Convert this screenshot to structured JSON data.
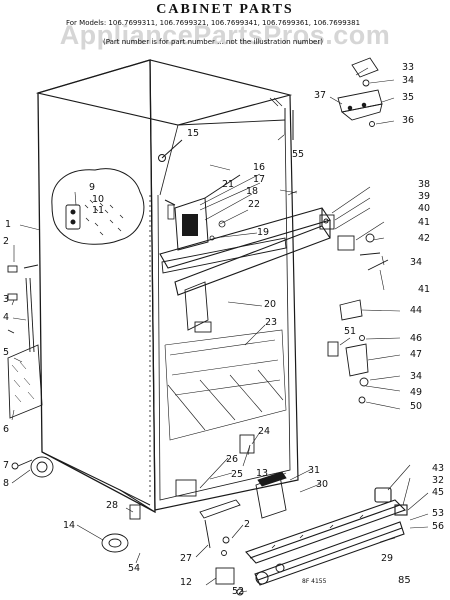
{
  "watermark": "AppliancePartsPros.com",
  "title": "CABINET PARTS",
  "models": "For Models: 106.7699311, 106.7699321, 106.7699341, 106.7699361, 106.7699381",
  "note": "(Part number is for part number ... not the illustration number)",
  "figure_code": "8F 4155",
  "page_number": "85",
  "callouts": [
    {
      "id": "c1",
      "text": "1"
    },
    {
      "id": "c2",
      "text": "2"
    },
    {
      "id": "c3",
      "text": "3"
    },
    {
      "id": "c4",
      "text": "4"
    },
    {
      "id": "c5",
      "text": "5"
    },
    {
      "id": "c6",
      "text": "6"
    },
    {
      "id": "c7",
      "text": "7"
    },
    {
      "id": "c8",
      "text": "8"
    },
    {
      "id": "c9",
      "text": "9"
    },
    {
      "id": "c10",
      "text": "10"
    },
    {
      "id": "c11",
      "text": "11"
    },
    {
      "id": "c12",
      "text": "12"
    },
    {
      "id": "c13",
      "text": "13"
    },
    {
      "id": "c14",
      "text": "14"
    },
    {
      "id": "c15",
      "text": "15"
    },
    {
      "id": "c16",
      "text": "16"
    },
    {
      "id": "c17",
      "text": "17"
    },
    {
      "id": "c18",
      "text": "18"
    },
    {
      "id": "c19",
      "text": "19"
    },
    {
      "id": "c20",
      "text": "20"
    },
    {
      "id": "c21",
      "text": "21"
    },
    {
      "id": "c22",
      "text": "22"
    },
    {
      "id": "c23",
      "text": "23"
    },
    {
      "id": "c24",
      "text": "24"
    },
    {
      "id": "c25",
      "text": "25"
    },
    {
      "id": "c26",
      "text": "26"
    },
    {
      "id": "c27",
      "text": "27"
    },
    {
      "id": "c28",
      "text": "28"
    },
    {
      "id": "c29",
      "text": "29"
    },
    {
      "id": "c30",
      "text": "30"
    },
    {
      "id": "c31",
      "text": "31"
    },
    {
      "id": "c32",
      "text": "32"
    },
    {
      "id": "c33",
      "text": "33"
    },
    {
      "id": "c34a",
      "text": "34"
    },
    {
      "id": "c34b",
      "text": "34"
    },
    {
      "id": "c34c",
      "text": "34"
    },
    {
      "id": "c35",
      "text": "35"
    },
    {
      "id": "c36",
      "text": "36"
    },
    {
      "id": "c37",
      "text": "37"
    },
    {
      "id": "c38",
      "text": "38"
    },
    {
      "id": "c39",
      "text": "39"
    },
    {
      "id": "c40",
      "text": "40"
    },
    {
      "id": "c41a",
      "text": "41"
    },
    {
      "id": "c41b",
      "text": "41"
    },
    {
      "id": "c42",
      "text": "42"
    },
    {
      "id": "c43",
      "text": "43"
    },
    {
      "id": "c44",
      "text": "44"
    },
    {
      "id": "c45",
      "text": "45"
    },
    {
      "id": "c46",
      "text": "46"
    },
    {
      "id": "c47",
      "text": "47"
    },
    {
      "id": "c49",
      "text": "49"
    },
    {
      "id": "c50",
      "text": "50"
    },
    {
      "id": "c51",
      "text": "51"
    },
    {
      "id": "c52",
      "text": "52"
    },
    {
      "id": "c53",
      "text": "53"
    },
    {
      "id": "c54",
      "text": "54"
    },
    {
      "id": "c55",
      "text": "55"
    },
    {
      "id": "c56",
      "text": "56"
    },
    {
      "id": "c2b",
      "text": "2"
    }
  ]
}
